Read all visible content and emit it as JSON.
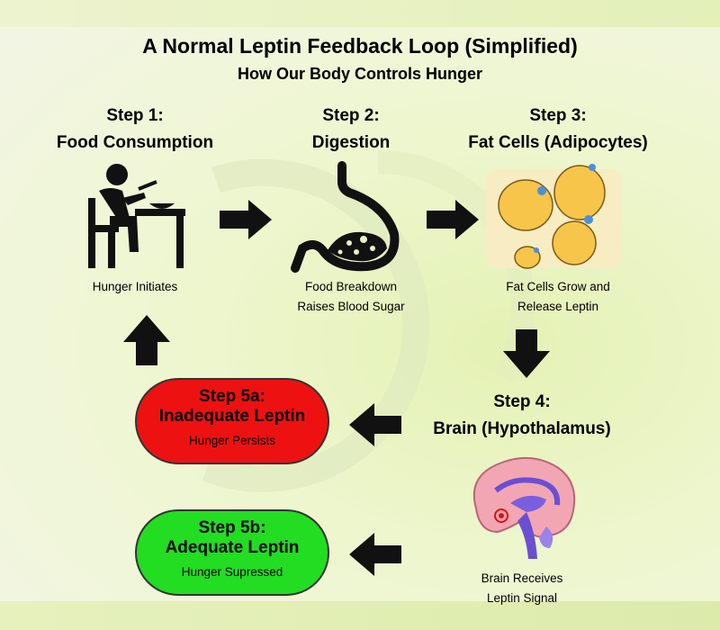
{
  "title": "A Normal Leptin Feedback Loop (Simplified)",
  "subtitle": "How Our Body Controls Hunger",
  "steps": {
    "s1": {
      "heading1": "Step 1:",
      "heading2": "Food Consumption",
      "caption1": "Hunger Initiates",
      "icon": "person-eating-icon"
    },
    "s2": {
      "heading1": "Step 2:",
      "heading2": "Digestion",
      "caption1": "Food Breakdown",
      "caption2": "Raises Blood Sugar",
      "icon": "stomach-icon"
    },
    "s3": {
      "heading1": "Step 3:",
      "heading2": "Fat Cells (Adipocytes)",
      "caption1": "Fat Cells Grow and",
      "caption2": "Release Leptin",
      "icon": "fat-cells-icon"
    },
    "s4": {
      "heading1": "Step 4:",
      "heading2": "Brain (Hypothalamus)",
      "caption1": "Brain Receives",
      "caption2": "Leptin Signal",
      "icon": "brain-icon"
    },
    "s5a": {
      "heading1": "Step 5a:",
      "heading2": "Inadequate Leptin",
      "caption": "Hunger Persists",
      "color": "#ee1111"
    },
    "s5b": {
      "heading1": "Step 5b:",
      "heading2": "Adequate Leptin",
      "caption": "Hunger Supressed",
      "color": "#22dd22"
    }
  },
  "arrows": [
    "right",
    "right",
    "down",
    "left",
    "left",
    "up"
  ]
}
